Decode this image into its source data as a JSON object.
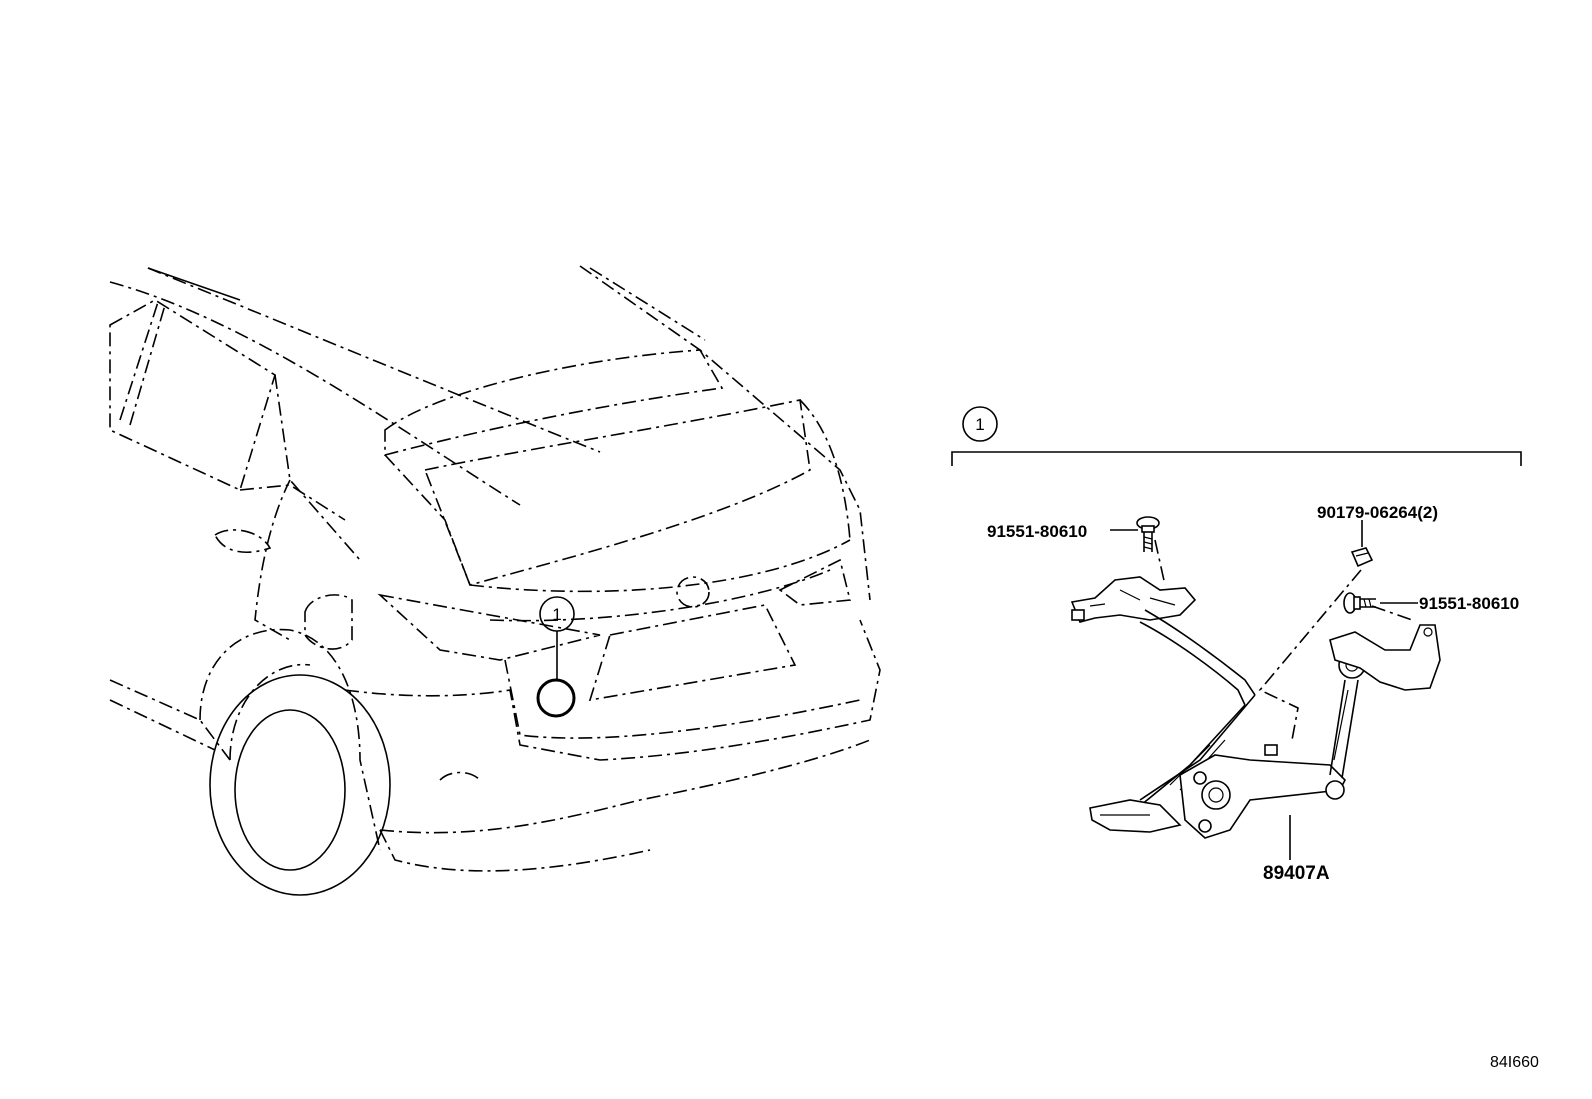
{
  "callouts": {
    "car_callout": "1",
    "assembly_callout": "1"
  },
  "parts": {
    "bolt_left": "91551-80610",
    "clip": "90179-06264(2)",
    "bolt_right": "91551-80610",
    "sensor": "89407A"
  },
  "drawing_code": "84I660",
  "icons": [
    "car-rear-view-icon",
    "height-sensor-assembly-icon",
    "bolt-icon",
    "clip-icon"
  ]
}
